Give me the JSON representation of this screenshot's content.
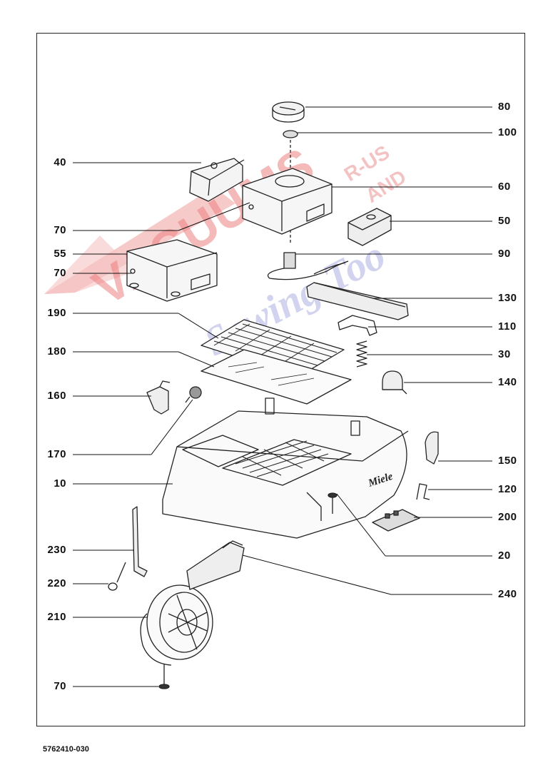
{
  "document_number": "5762410-030",
  "watermark": {
    "line1": "VACUUMS",
    "line2": "R-US",
    "line3": "AND",
    "line4": "Sewing Too",
    "colors": {
      "red": "#e23a3a",
      "blue": "#6f76c9"
    }
  },
  "brand_mark": "Miele",
  "callouts_left": [
    {
      "id": "40",
      "label": "40"
    },
    {
      "id": "70a",
      "label": "70"
    },
    {
      "id": "55",
      "label": "55"
    },
    {
      "id": "70b",
      "label": "70"
    },
    {
      "id": "190",
      "label": "190"
    },
    {
      "id": "180",
      "label": "180"
    },
    {
      "id": "160",
      "label": "160"
    },
    {
      "id": "170",
      "label": "170"
    },
    {
      "id": "10",
      "label": "10"
    },
    {
      "id": "230",
      "label": "230"
    },
    {
      "id": "220",
      "label": "220"
    },
    {
      "id": "210",
      "label": "210"
    },
    {
      "id": "70c",
      "label": "70"
    }
  ],
  "callouts_right": [
    {
      "id": "80",
      "label": "80"
    },
    {
      "id": "100",
      "label": "100"
    },
    {
      "id": "60",
      "label": "60"
    },
    {
      "id": "50",
      "label": "50"
    },
    {
      "id": "90",
      "label": "90"
    },
    {
      "id": "130",
      "label": "130"
    },
    {
      "id": "110",
      "label": "110"
    },
    {
      "id": "30",
      "label": "30"
    },
    {
      "id": "140",
      "label": "140"
    },
    {
      "id": "150",
      "label": "150"
    },
    {
      "id": "120",
      "label": "120"
    },
    {
      "id": "200",
      "label": "200"
    },
    {
      "id": "20",
      "label": "20"
    },
    {
      "id": "240",
      "label": "240"
    }
  ]
}
